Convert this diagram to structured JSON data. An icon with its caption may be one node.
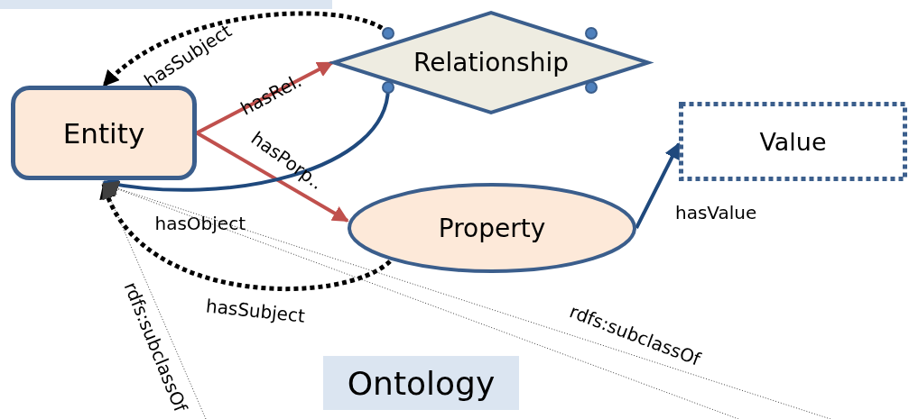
{
  "diagram": {
    "nodes": [
      {
        "text": [
          "Entity"
        ]
      },
      {
        "text": [
          "Relationship"
        ]
      },
      {
        "text": [
          "Value"
        ]
      },
      {
        "text": [
          "Property"
        ]
      },
      {
        "text": [
          "Ontology"
        ]
      }
    ],
    "edges": [
      {
        "from": 0,
        "to": 1,
        "arrow": "to",
        "label": "hasRel.",
        "color": "#c0504d"
      },
      {
        "from": 0,
        "to": 3,
        "arrow": "to",
        "label": "hasPorp..",
        "color": "#c0504d"
      },
      {
        "from": 1,
        "to": 0,
        "arrow": "to",
        "label": "hasSubject",
        "style": "dashed"
      },
      {
        "from": 1,
        "to": 0,
        "arrow": "to",
        "label": "hasObject",
        "color": "#1f497d"
      },
      {
        "from": 3,
        "to": 0,
        "arrow": "to",
        "label": "hasSubject",
        "style": "dashed"
      },
      {
        "from": 3,
        "to": 2,
        "arrow": "to",
        "label": "hasValue",
        "color": "#1f497d"
      },
      {
        "from": null,
        "to": 0,
        "arrow": "to",
        "label": "rdfs:subclassOf",
        "style": "dashed",
        "color": "#404040"
      },
      {
        "from": null,
        "to": 0,
        "arrow": "to",
        "label": "rdfs:subclassOf",
        "style": "dashed",
        "color": "#404040"
      },
      {
        "from": null,
        "to": 0,
        "arrow": "to",
        "style": "dashed",
        "color": "#404040"
      }
    ]
  }
}
